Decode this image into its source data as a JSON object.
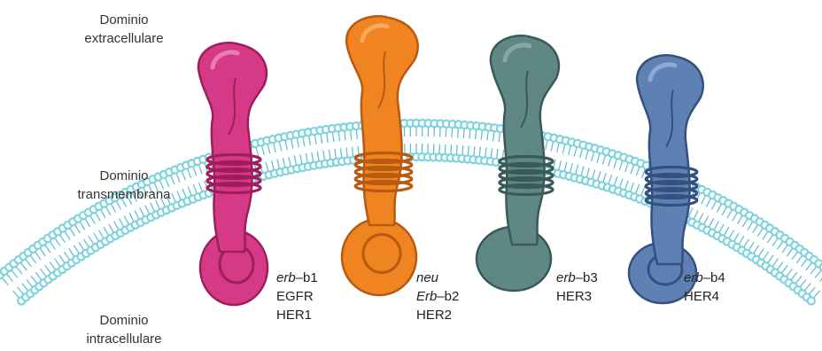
{
  "domains": {
    "extracellular": [
      "Dominio",
      "extracellulare"
    ],
    "transmembrane": [
      "Dominio",
      "transmembrana"
    ],
    "intracellular": [
      "Dominio",
      "intracellulare"
    ]
  },
  "receptors": [
    {
      "id": "her1",
      "color": "#d63a86",
      "shade": "#9e1d5d",
      "light": "#ef8fbe",
      "label_lines": [
        {
          "parts": [
            {
              "text": "erb",
              "italic": true
            },
            {
              "text": "–b1",
              "italic": false
            }
          ]
        },
        {
          "parts": [
            {
              "text": "EGFR",
              "italic": false
            }
          ]
        },
        {
          "parts": [
            {
              "text": "HER1",
              "italic": false
            }
          ]
        }
      ]
    },
    {
      "id": "her2",
      "color": "#ef8420",
      "shade": "#b85a10",
      "light": "#f9b56a",
      "label_lines": [
        {
          "parts": [
            {
              "text": "neu",
              "italic": true
            }
          ]
        },
        {
          "parts": [
            {
              "text": "Erb",
              "italic": true
            },
            {
              "text": "–b2",
              "italic": false
            }
          ]
        },
        {
          "parts": [
            {
              "text": "HER2",
              "italic": false
            }
          ]
        }
      ]
    },
    {
      "id": "her3",
      "color": "#5f8784",
      "shade": "#3a5a58",
      "light": "#8fb0ad",
      "label_lines": [
        {
          "parts": [
            {
              "text": "erb",
              "italic": true
            },
            {
              "text": "–b3",
              "italic": false
            }
          ]
        },
        {
          "parts": [
            {
              "text": "HER3",
              "italic": false
            }
          ]
        }
      ]
    },
    {
      "id": "her4",
      "color": "#5f80b3",
      "shade": "#34507e",
      "light": "#9ab3d8",
      "label_lines": [
        {
          "parts": [
            {
              "text": "erb",
              "italic": true
            },
            {
              "text": "–b4",
              "italic": false
            }
          ]
        },
        {
          "parts": [
            {
              "text": "HER4",
              "italic": false
            }
          ]
        }
      ]
    }
  ],
  "colors": {
    "membrane": "#7fd3dc",
    "membrane_dark": "#5bbcc7",
    "text": "#333333"
  }
}
